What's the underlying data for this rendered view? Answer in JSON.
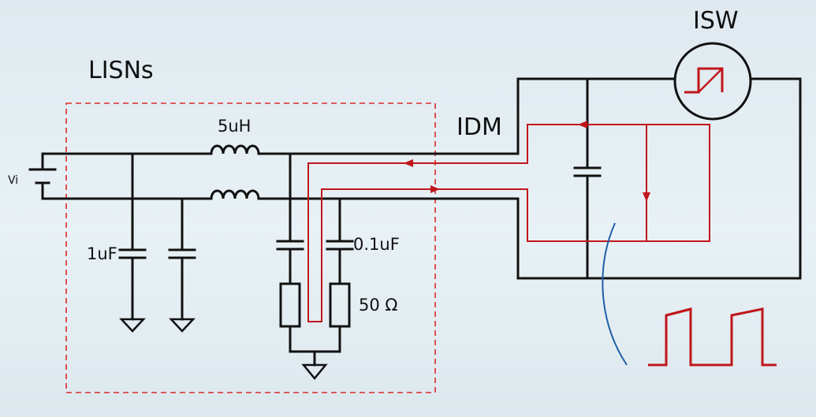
{
  "labels": {
    "lisns": "LISNs",
    "idm": "IDM",
    "isw": "ISW",
    "vi": "Vi",
    "inductor": "5uH",
    "cap_1uf": "1uF",
    "cap_01uf": "0.1uF",
    "resistor": "50 Ω"
  },
  "colors": {
    "wire": "#111111",
    "current_path": "#c0161b",
    "lisn_box": "#d92b2b",
    "probe_line": "#1f5fa8",
    "background": "#e4eef3"
  },
  "icons": {
    "switch_source": "circle-with-square-pulse",
    "ground": "ground-triangle",
    "waveform": "square-wave-pulses"
  }
}
